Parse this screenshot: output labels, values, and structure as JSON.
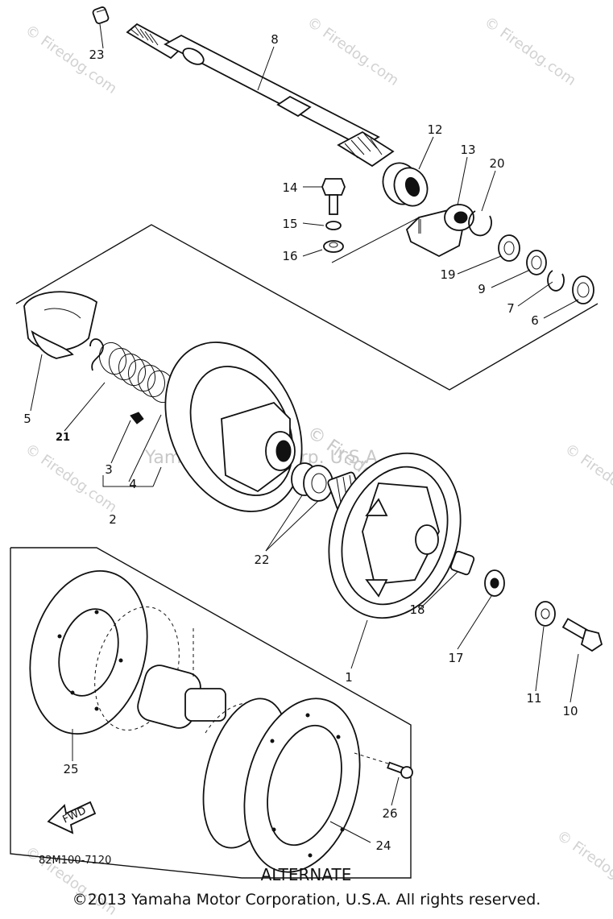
{
  "diagram": {
    "part_labels": [
      {
        "id": "p1",
        "text": "1"
      },
      {
        "id": "p2",
        "text": "2"
      },
      {
        "id": "p3",
        "text": "3"
      },
      {
        "id": "p4",
        "text": "4"
      },
      {
        "id": "p5",
        "text": "5"
      },
      {
        "id": "p6",
        "text": "6"
      },
      {
        "id": "p7",
        "text": "7"
      },
      {
        "id": "p8",
        "text": "8"
      },
      {
        "id": "p9",
        "text": "9"
      },
      {
        "id": "p10",
        "text": "10"
      },
      {
        "id": "p11",
        "text": "11"
      },
      {
        "id": "p12",
        "text": "12"
      },
      {
        "id": "p13",
        "text": "13"
      },
      {
        "id": "p14",
        "text": "14"
      },
      {
        "id": "p15",
        "text": "15"
      },
      {
        "id": "p16",
        "text": "16"
      },
      {
        "id": "p17",
        "text": "17"
      },
      {
        "id": "p18",
        "text": "18"
      },
      {
        "id": "p19",
        "text": "19"
      },
      {
        "id": "p20",
        "text": "20"
      },
      {
        "id": "p21",
        "text": "21"
      },
      {
        "id": "p22",
        "text": "22"
      },
      {
        "id": "p23",
        "text": "23"
      },
      {
        "id": "p24",
        "text": "24"
      },
      {
        "id": "p25",
        "text": "25"
      },
      {
        "id": "p26",
        "text": "26"
      }
    ],
    "fwd_arrow_text": "FWD",
    "drawing_code": "82M100-7120",
    "alternate_label": "ALTERNATE",
    "watermark_main": "© Firedog.com",
    "watermark_corner": "© Firedog.com",
    "watermark_yamaha": "Yamaha Motor Corp. U.S.A."
  },
  "footer": {
    "copyright": "©2013 Yamaha Motor Corporation, U.S.A. All rights reserved."
  },
  "colors": {
    "line": "#111111",
    "background": "#ffffff",
    "watermark": "#c8c8c8"
  }
}
